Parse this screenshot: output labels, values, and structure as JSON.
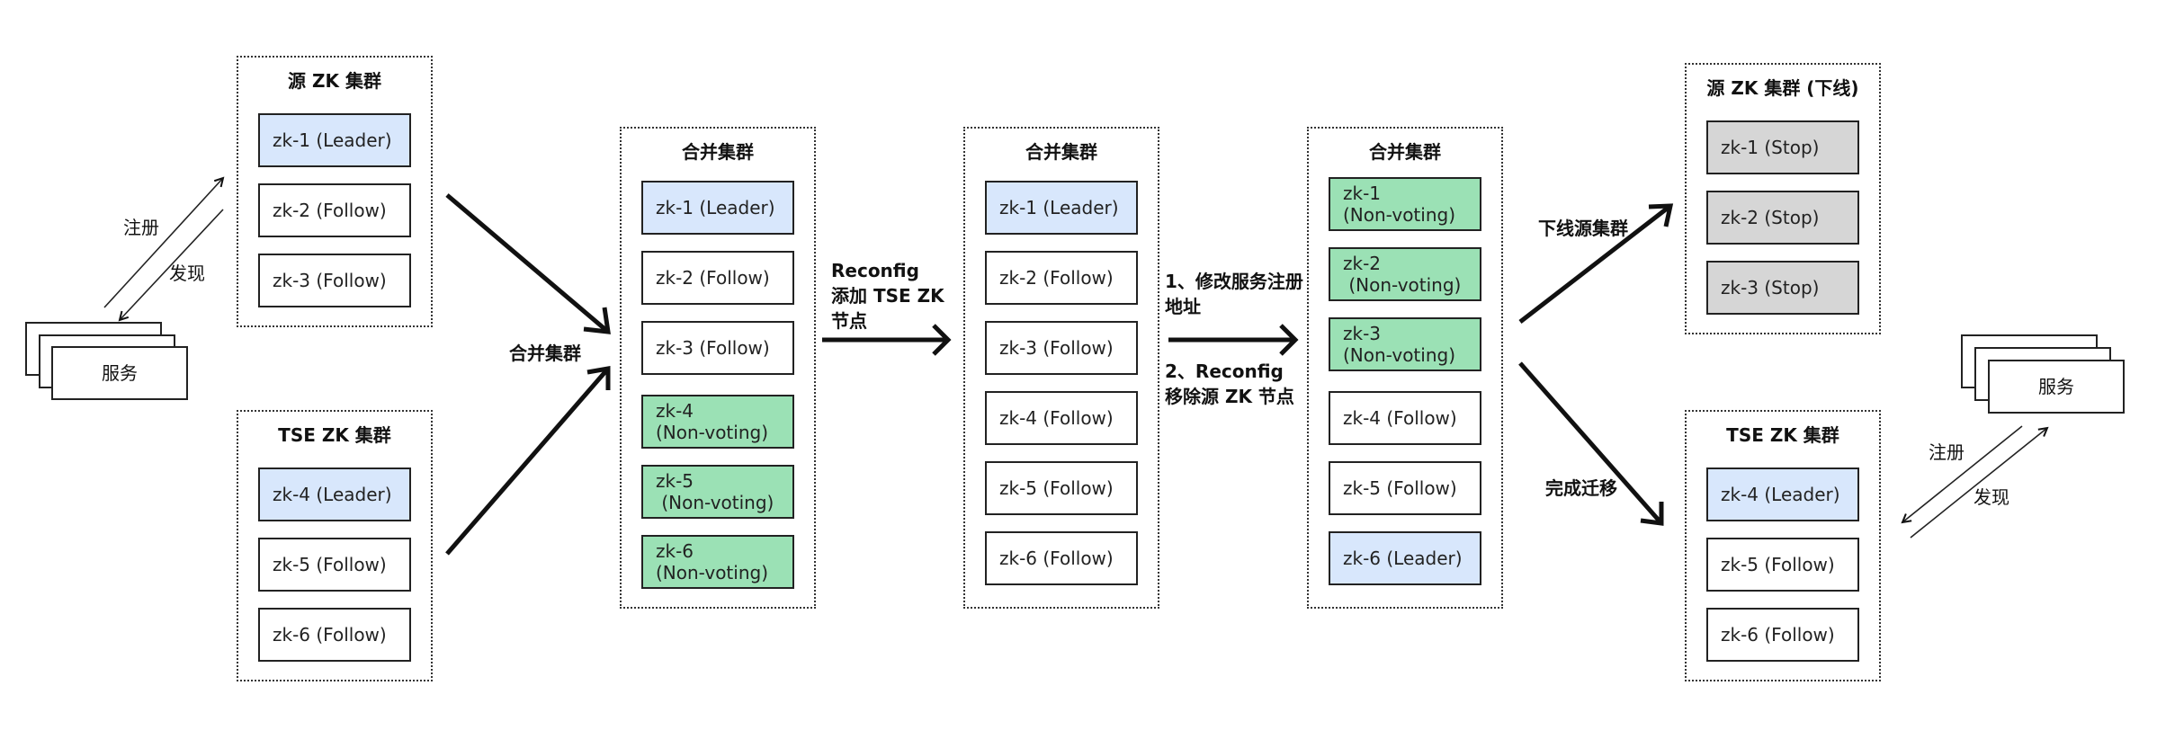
{
  "left_service": {
    "label": "服务",
    "register": "注册",
    "discover": "发现"
  },
  "right_service": {
    "label": "服务",
    "register": "注册",
    "discover": "发现"
  },
  "source_cluster": {
    "title": "源 ZK 集群",
    "nodes": [
      "zk-1 (Leader)",
      "zk-2 (Follow)",
      "zk-3 (Follow)"
    ]
  },
  "tse_cluster": {
    "title": "TSE ZK 集群",
    "nodes": [
      "zk-4 (Leader)",
      "zk-5 (Follow)",
      "zk-6 (Follow)"
    ]
  },
  "merge_label": "合并集群",
  "merged_cluster_1": {
    "title": "合并集群",
    "nodes": [
      {
        "line1": "zk-1 (Leader)",
        "line2": ""
      },
      {
        "line1": "zk-2 (Follow)",
        "line2": ""
      },
      {
        "line1": "zk-3 (Follow)",
        "line2": ""
      },
      {
        "line1": "zk-4",
        "line2": "(Non-voting)"
      },
      {
        "line1": "zk-5",
        "line2": " (Non-voting)"
      },
      {
        "line1": "zk-6",
        "line2": "(Non-voting)"
      }
    ]
  },
  "step_reconfig": {
    "line1": "Reconfig",
    "line2": "添加 TSE ZK",
    "line3": "节点"
  },
  "merged_cluster_2": {
    "title": "合并集群",
    "nodes": [
      "zk-1 (Leader)",
      "zk-2 (Follow)",
      "zk-3 (Follow)",
      "zk-4 (Follow)",
      "zk-5 (Follow)",
      "zk-6 (Follow)"
    ]
  },
  "step_switch": {
    "a_line1": "1、修改服务注册",
    "a_line2": "地址",
    "b_line1": "2、Reconfig",
    "b_line2": "移除源 ZK 节点"
  },
  "merged_cluster_3": {
    "title": "合并集群",
    "nodes": [
      {
        "line1": "zk-1",
        "line2": "(Non-voting)"
      },
      {
        "line1": "zk-2",
        "line2": " (Non-voting)"
      },
      {
        "line1": "zk-3",
        "line2": "(Non-voting)"
      },
      {
        "line1": "zk-4 (Follow)",
        "line2": ""
      },
      {
        "line1": "zk-5 (Follow)",
        "line2": ""
      },
      {
        "line1": "zk-6 (Leader)",
        "line2": ""
      }
    ]
  },
  "offline_label": "下线源集群",
  "complete_label": "完成迁移",
  "source_offline_cluster": {
    "title": "源 ZK 集群 (下线)",
    "nodes": [
      "zk-1 (Stop)",
      "zk-2 (Stop)",
      "zk-3 (Stop)"
    ]
  },
  "tse_final_cluster": {
    "title": "TSE ZK 集群",
    "nodes": [
      "zk-4 (Leader)",
      "zk-5 (Follow)",
      "zk-6 (Follow)"
    ]
  },
  "colors": {
    "leader": "#d8e7fc",
    "non_voting": "#9be1b5",
    "stop": "#d6d6d6",
    "border": "#222222"
  }
}
